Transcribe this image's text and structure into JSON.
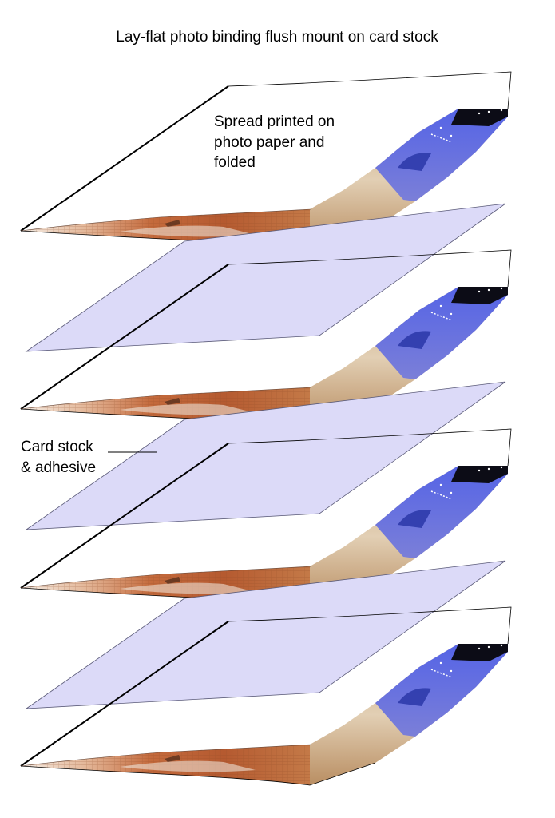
{
  "title": "Lay-flat photo binding flush mount on card stock",
  "labels": {
    "spread": [
      "Spread printed on",
      "photo paper and",
      "folded"
    ],
    "card_stock": [
      "Card stock",
      "& adhesive"
    ]
  },
  "colors": {
    "card_stock_fill": "#dcdaf8",
    "card_stock_stroke": "#5a5a78",
    "paper_stroke": "#000000",
    "photo_sky": "#5d6ee2",
    "photo_night": "#0c0c16",
    "photo_brick": "#c2683a",
    "photo_stone": "#d8c3a2",
    "photo_light": "#f3ece3"
  },
  "layers": [
    "spread",
    "card_stock",
    "spread",
    "card_stock",
    "spread",
    "card_stock",
    "spread"
  ]
}
